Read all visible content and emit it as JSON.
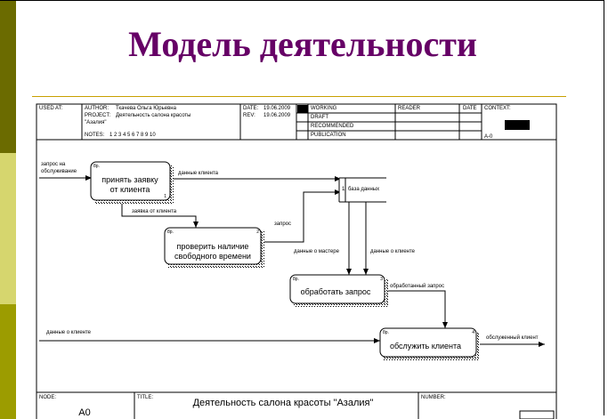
{
  "slide": {
    "title": "Модель деятельности"
  },
  "header": {
    "used_at_label": "USED AT:",
    "author_label": "AUTHOR:",
    "author_value": "Ткачева Ольга Юрьевна",
    "project_label": "PROJECT:",
    "project_value": "Деятельность салона красоты",
    "project_value2": "\"Азалия\"",
    "notes_label": "NOTES:",
    "notes_value": "1 2 3 4 5 6 7 8 9 10",
    "date_label": "DATE:",
    "date_value": "19.06.2009",
    "rev_label": "REV:",
    "rev_value": "19.06.2009",
    "status": [
      "WORKING",
      "DRAFT",
      "RECOMMENDED",
      "PUBLICATION"
    ],
    "reader_label": "READER",
    "reader_date_label": "DATE",
    "context_label": "CONTEXT:",
    "context_node": "A-0"
  },
  "footer": {
    "node_label": "NODE:",
    "node_value": "A0",
    "title_label": "TITLE:",
    "title_value": "Деятельность салона красоты \"Азалия\"",
    "number_label": "NUMBER:"
  },
  "boxes": [
    {
      "lines": [
        "принять заявку",
        "от клиента"
      ],
      "number": "1",
      "tag": "8р."
    },
    {
      "lines": [
        "проверить наличие",
        "свободного времени"
      ],
      "number": "2",
      "tag": "8р."
    },
    {
      "lines": [
        "обработать запрос"
      ],
      "number": "3",
      "tag": "8р."
    },
    {
      "lines": [
        "обслужить клиента"
      ],
      "number": "4",
      "tag": "8р."
    }
  ],
  "datastore": {
    "id": "1",
    "label": "база данных"
  },
  "arrows": {
    "request_in_1": "запрос на",
    "request_in_2": "обслуживание",
    "client_data_1": "данные клиента",
    "client_request": "заявка от клиента",
    "query": "запрос",
    "master_data": "данные о мастере",
    "client_data_2": "данные о клиенте",
    "processed_request": "обработанный запрос",
    "client_data_in": "данные о клиенте",
    "served_client": "обслуженный клиент"
  }
}
